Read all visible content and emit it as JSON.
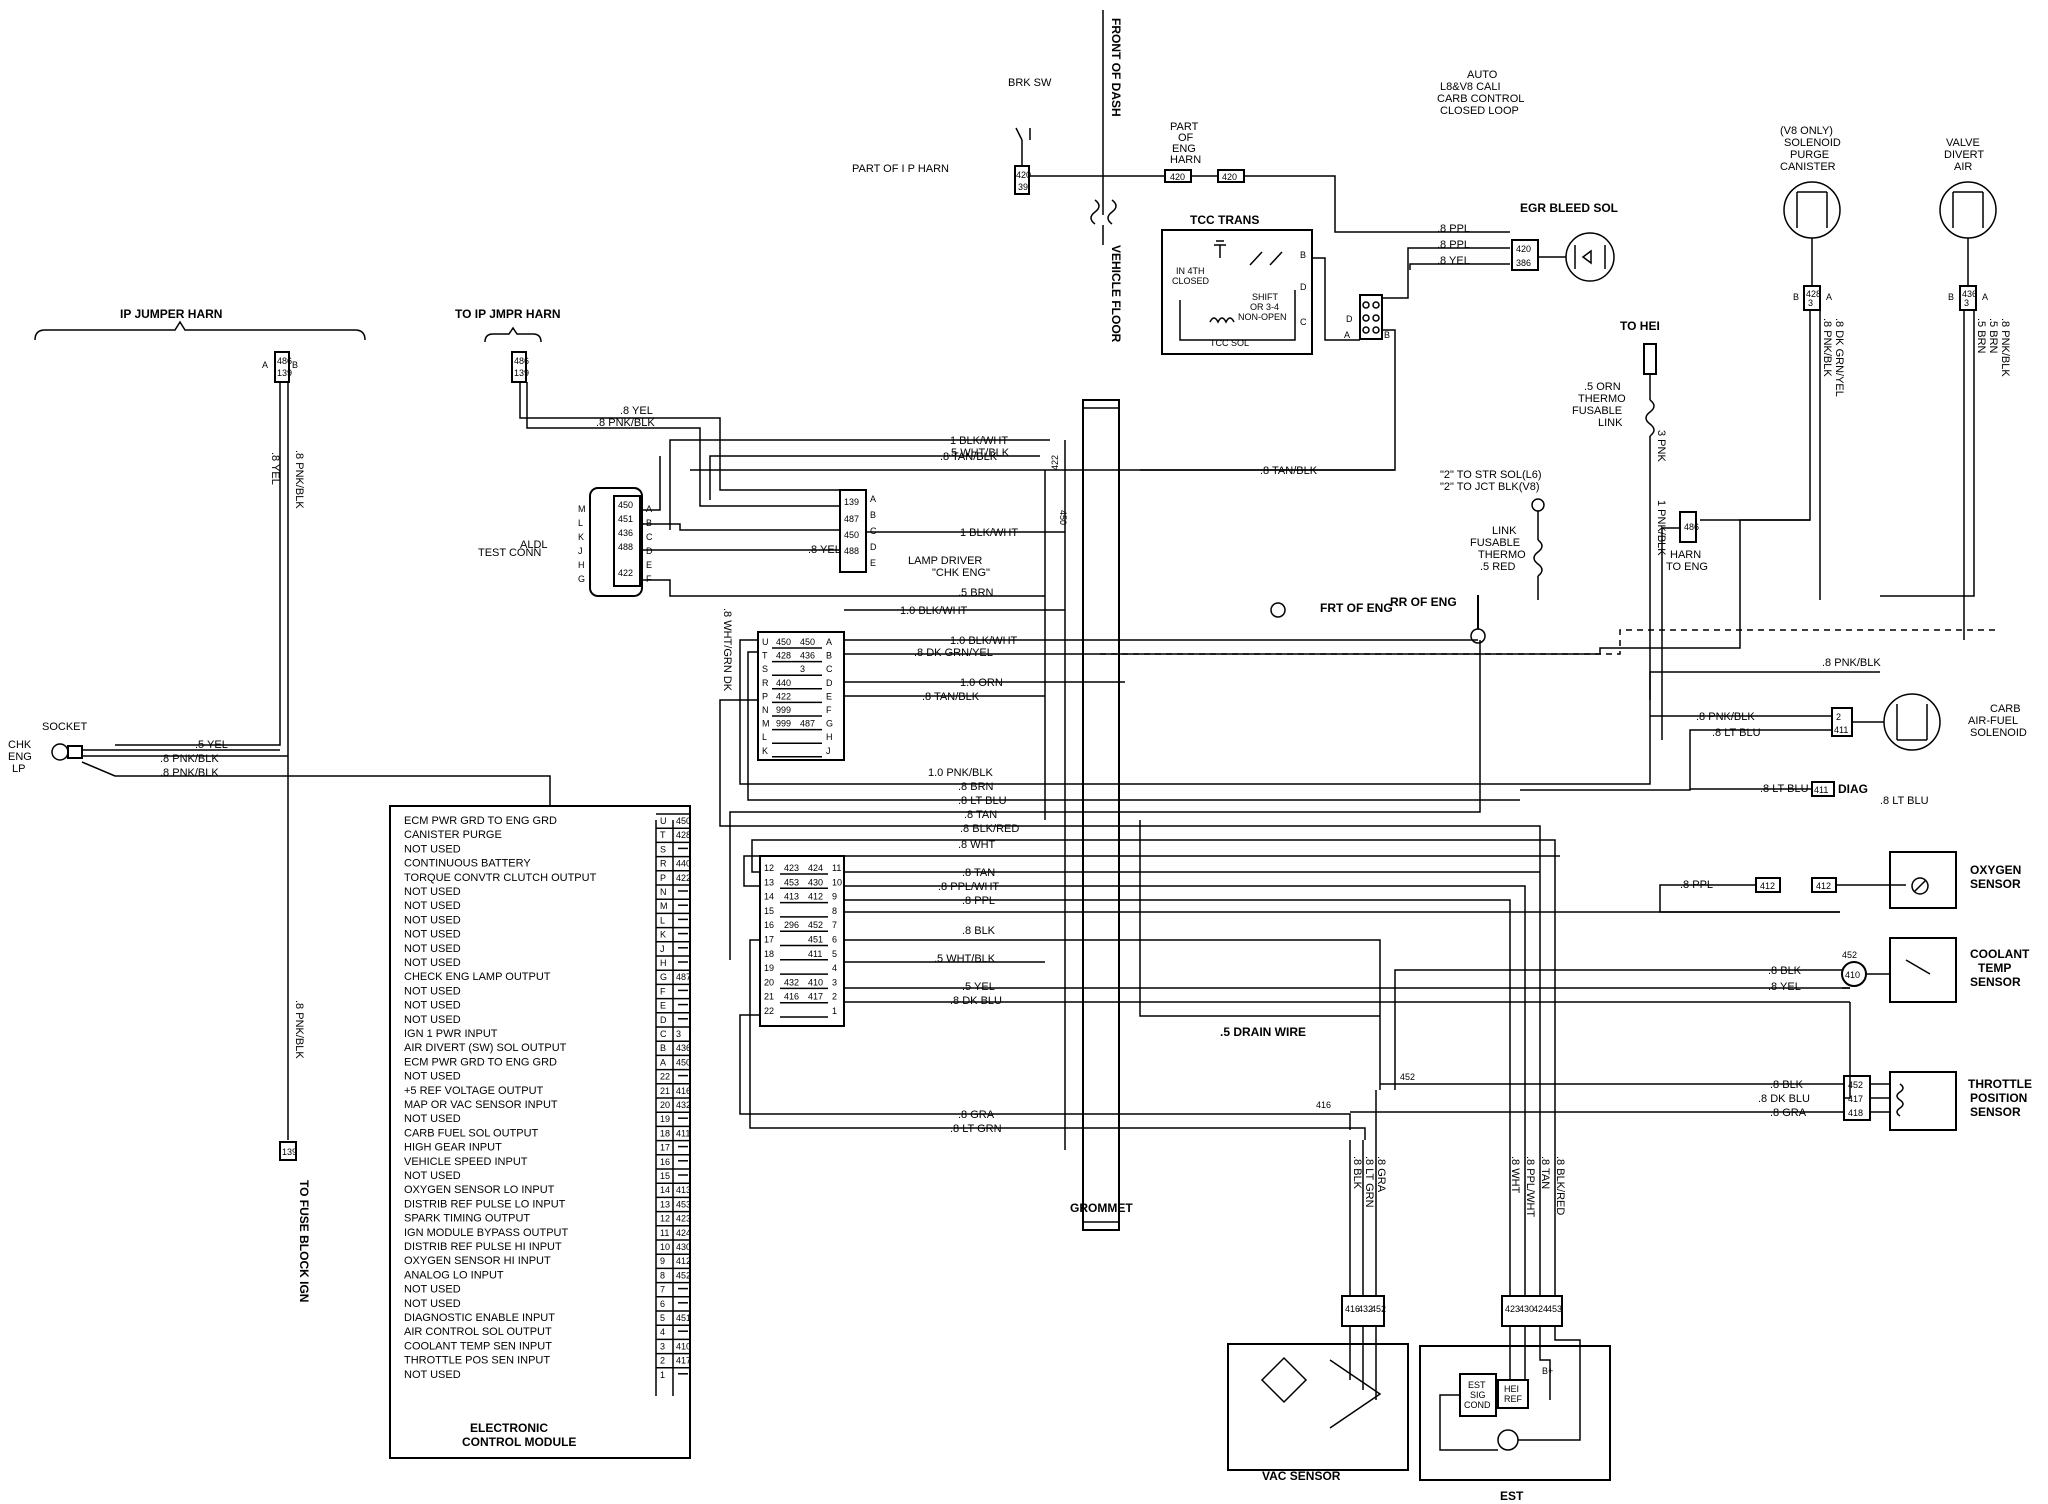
{
  "front_of_dash": "FRONT OF DASH",
  "vehicle_floor": "VEHICLE FLOOR",
  "grommet": "GROMMET",
  "drain_wire": ".5 DRAIN WIRE",
  "ecm": {
    "title_1": "ELECTRONIC",
    "title_2": "CONTROL MODULE",
    "rows": [
      [
        "450",
        "U",
        "ECM PWR GRD TO ENG GRD"
      ],
      [
        "428",
        "T",
        "CANISTER PURGE"
      ],
      [
        "",
        "S",
        "NOT USED"
      ],
      [
        "440",
        "R",
        "CONTINUOUS BATTERY"
      ],
      [
        "422",
        "P",
        "TORQUE CONVTR CLUTCH OUTPUT"
      ],
      [
        "",
        "N",
        "NOT USED"
      ],
      [
        "",
        "M",
        "NOT USED"
      ],
      [
        "",
        "L",
        "NOT USED"
      ],
      [
        "",
        "K",
        "NOT USED"
      ],
      [
        "",
        "J",
        "NOT USED"
      ],
      [
        "",
        "H",
        "NOT USED"
      ],
      [
        "487",
        "G",
        "CHECK ENG LAMP OUTPUT"
      ],
      [
        "",
        "F",
        "NOT USED"
      ],
      [
        "",
        "E",
        "NOT USED"
      ],
      [
        "",
        "D",
        "NOT USED"
      ],
      [
        "3",
        "C",
        "IGN 1 PWR INPUT"
      ],
      [
        "436",
        "B",
        "AIR DIVERT (SW) SOL OUTPUT"
      ],
      [
        "450",
        "A",
        "ECM PWR GRD TO ENG GRD"
      ],
      [
        "",
        "22",
        "NOT USED"
      ],
      [
        "416",
        "21",
        "+5 REF VOLTAGE OUTPUT"
      ],
      [
        "432",
        "20",
        "MAP OR VAC SENSOR INPUT"
      ],
      [
        "",
        "19",
        "NOT USED"
      ],
      [
        "411",
        "18",
        "CARB FUEL SOL OUTPUT"
      ],
      [
        "",
        "17",
        "HIGH GEAR INPUT"
      ],
      [
        "",
        "16",
        "VEHICLE SPEED INPUT"
      ],
      [
        "",
        "15",
        "NOT USED"
      ],
      [
        "413",
        "14",
        "OXYGEN SENSOR LO INPUT"
      ],
      [
        "453",
        "13",
        "DISTRIB REF PULSE LO INPUT"
      ],
      [
        "423",
        "12",
        "SPARK TIMING OUTPUT"
      ],
      [
        "424",
        "11",
        "IGN MODULE BYPASS OUTPUT"
      ],
      [
        "430",
        "10",
        "DISTRIB REF PULSE HI INPUT"
      ],
      [
        "412",
        "9",
        "OXYGEN SENSOR HI INPUT"
      ],
      [
        "452",
        "8",
        "ANALOG LO INPUT"
      ],
      [
        "",
        "7",
        "NOT USED"
      ],
      [
        "",
        "6",
        "NOT USED"
      ],
      [
        "451",
        "5",
        "DIAGNOSTIC ENABLE INPUT"
      ],
      [
        "",
        "4",
        "AIR CONTROL SOL OUTPUT"
      ],
      [
        "410",
        "3",
        "COOLANT TEMP SEN INPUT"
      ],
      [
        "417",
        "2",
        "THROTTLE POS SEN INPUT"
      ],
      [
        "",
        "1",
        "NOT USED"
      ]
    ]
  },
  "ecm_connector_left": {
    "rows": [
      [
        "12",
        "423",
        "424",
        "11"
      ],
      [
        "13",
        "453",
        "430",
        "10"
      ],
      [
        "14",
        "413",
        "412",
        "9"
      ],
      [
        "15",
        "",
        "",
        "8"
      ],
      [
        "16",
        "296",
        "452",
        "7"
      ],
      [
        "17",
        "",
        "451",
        "6"
      ],
      [
        "18",
        "",
        "411",
        "5"
      ],
      [
        "19",
        "",
        "",
        "4"
      ],
      [
        "20",
        "432",
        "410",
        "3"
      ],
      [
        "21",
        "416",
        "417",
        "2"
      ],
      [
        "22",
        "",
        "",
        "1"
      ]
    ]
  },
  "ecm_connector_right": {
    "rows": [
      [
        "A",
        "450",
        "450",
        "U"
      ],
      [
        "B",
        "436",
        "428",
        "T"
      ],
      [
        "C",
        "3",
        "",
        "S"
      ],
      [
        "D",
        "",
        "440",
        "R"
      ],
      [
        "E",
        "",
        "422",
        "P"
      ],
      [
        "F",
        "",
        "999",
        "N"
      ],
      [
        "G",
        "487",
        "999",
        "M"
      ],
      [
        "H",
        "",
        "",
        "L"
      ],
      [
        "J",
        "",
        "",
        "K"
      ]
    ]
  },
  "components": {
    "egr_bleed_sol": "EGR BLEED SOL",
    "closed_loop_1": "CLOSED LOOP",
    "closed_loop_2": "CARB CONTROL",
    "closed_loop_3": "L8&V8 CALI",
    "closed_loop_4": "AUTO",
    "tcc_trans": "TCC TRANS",
    "tcc_sol": "TCC SOL",
    "tcc_shift_1": "NON-OPEN",
    "tcc_shift_2": "OR 3-4",
    "tcc_shift_3": "SHIFT",
    "tcc_closed_1": "CLOSED",
    "tcc_closed_2": "IN 4TH",
    "brk_sw": "BRK SW",
    "part_of_eng_harn_1": "PART",
    "part_of_eng_harn_2": "OF",
    "part_of_eng_harn_3": "ENG",
    "part_of_eng_harn_4": "HARN",
    "part_of_ip_harn": "PART OF I P HARN",
    "air_divert_1": "AIR",
    "air_divert_2": "DIVERT",
    "air_divert_3": "VALVE",
    "canister_1": "CANISTER",
    "canister_2": "PURGE",
    "canister_3": "SOLENOID",
    "canister_4": "(V8 ONLY)",
    "to_hei": "TO HEI",
    "thermo_link_1": ".5 ORN",
    "thermo_link_2": "THERMO",
    "thermo_link_3": "FUSABLE",
    "thermo_link_4": "LINK",
    "to_eng_harn_1": "TO ENG",
    "to_eng_harn_2": "HARN",
    "red_link_1": ".5 RED",
    "red_link_2": "THERMO",
    "red_link_3": "FUSABLE",
    "red_link_4": "LINK",
    "to_jct_1": "\"2\" TO JCT BLK(V8)",
    "to_jct_2": "\"2\" TO STR SOL(L6)",
    "rr_of_eng": "RR OF ENG",
    "frt_of_eng": "FRT OF ENG",
    "carb_1": "CARB",
    "carb_2": "AIR-FUEL",
    "carb_3": "SOLENOID",
    "oxygen_1": "OXYGEN",
    "oxygen_2": "SENSOR",
    "coolant_1": "COOLANT",
    "coolant_2": "TEMP",
    "coolant_3": "SENSOR",
    "throttle_1": "THROTTLE",
    "throttle_2": "POSITION",
    "throttle_3": "SENSOR",
    "diag": "DIAG",
    "vac_sensor": "VAC SENSOR",
    "est": "EST",
    "est_sig_1": "EST",
    "est_sig_2": "SIG",
    "est_sig_3": "COND",
    "hei_ref_1": "HEI",
    "hei_ref_2": "REF",
    "b_plus": "B+",
    "to_ip_jmpr": "TO IP JMPR HARN",
    "ip_jumper": "IP JUMPER HARN",
    "aldl_1": "ALDL",
    "aldl_2": "TEST CONN",
    "chk_lamp_1": "\"CHK ENG\"",
    "chk_lamp_2": "LAMP DRIVER",
    "chk_eng_lp_1": "CHK",
    "chk_eng_lp_2": "ENG",
    "chk_eng_lp_3": "LP",
    "socket": "SOCKET",
    "to_fuse_block": "TO FUSE BLOCK IGN",
    "fuse_139": "139"
  },
  "wire_labels": {
    "w_blk_wht_1": "1 BLK/WHT",
    "w_wht_blk": ".5 WHT/BLK",
    "w_tan_blk_1": ".8 TAN/BLK",
    "w_tan_blk_2": ".8 TAN/BLK",
    "w_blk_wht_2": "1 BLK/WHT",
    "w_yel_1": ".8 YEL",
    "w_brn_1": ".5 BRN",
    "w_blk_wht_3": "1.0 BLK/WHT",
    "w_blk_wht_4": "1.0 BLK/WHT",
    "w_dk_grn_yel": ".8 DK GRN/YEL",
    "w_orn": "1.0 ORN",
    "w_tan_blk_3": ".8 TAN/BLK",
    "w_pnk_blk_1": "1.0 PNK/BLK",
    "w_brn_2": ".8 BRN",
    "w_lt_blu_1": ".8 LT BLU",
    "w_tan_1": ".8 TAN",
    "w_blk_red": ".8 BLK/RED",
    "w_wht_1": ".8 WHT",
    "w_tan_2": ".8 TAN",
    "w_ppl_wht": ".8 PPL/WHT",
    "w_ppl_1": ".8 PPL",
    "w_blk_1": ".8 BLK",
    "w_wht_blk_2": ".5 WHT/BLK",
    "w_yel_2": ".5 YEL",
    "w_dk_blu_1": ".8 DK BLU",
    "w_gra_1": ".8 GRA",
    "w_lt_grn_1": ".8 LT GRN",
    "w_wht_grn": ".8 WHT/GRN DK",
    "w_ppl_2": ".8 PPL",
    "w_ppl_3": ".8 PPL",
    "w_yel_3": ".8 YEL",
    "w_blk_wht_5": "1 BLK/WHT",
    "w_pnk_blk_2": ".8 PNK/BLK",
    "w_pnk_blk_3": ".8 PNK/BLK",
    "w_lt_blu_2": ".8 LT BLU",
    "w_lt_blu_3": ".8 LT BLU",
    "w_ppl_4": ".8 PPL",
    "w_blk_2": ".8 BLK",
    "w_yel_4": ".8 YEL",
    "w_blk_3": ".8 BLK",
    "w_dk_blu_2": ".8 DK BLU",
    "w_gra_2": ".8 GRA",
    "w_brn_3": ".5 BRN",
    "w_brn_4": ".5 BRN",
    "w_pnk_blk_4": ".8 PNK/BLK",
    "w_pnk_blk_5": ".8 PNK/BLK",
    "w_dk_grn_yel_2": ".8 DK GRN/YEL",
    "w_pnk_1": "3 PNK",
    "w_pnk_blk_6": "1 PNK/BLK",
    "w_yel_5": ".8 YEL",
    "w_pnk_blk_7": ".8 PNK/BLK",
    "w_pnk_blk_8": ".8 PNK/BLK",
    "w_yel_6": ".8 YEL",
    "w_pnk_blk_9": ".8 PNK/BLK",
    "w_pnk_blk_10": ".8 PNK/BLK",
    "w_blk_4": ".8 BLK",
    "w_lt_grn_2": ".8 LT GRN",
    "w_gra_3": ".8 GRA",
    "w_blk_red_2": ".8 BLK/RED",
    "w_tan_3": ".8 TAN",
    "w_ppl_wht_2": ".8 PPL/WHT",
    "w_wht_2": ".8 WHT"
  },
  "circuits": {
    "c420a": "420",
    "c420b": "420",
    "c420c": "420",
    "c420d": "420",
    "c39": "39",
    "c386": "386",
    "c436": "436",
    "c3a": "3",
    "c428": "428",
    "c3b": "3",
    "c411": "411",
    "c2": "2",
    "c412a": "412",
    "c412b": "412",
    "c452": "452",
    "c410": "410",
    "c418": "418",
    "c417": "417",
    "c452b": "452",
    "c422": "422",
    "c450": "450",
    "c452c": "452",
    "c416": "416",
    "c139a": "139",
    "c486": "486",
    "c139b": "139",
    "c486b": "486",
    "vac_416": "416",
    "vac_432": "432",
    "vac_452": "452",
    "est_423": "423",
    "est_430": "430",
    "est_424": "424",
    "est_453": "453",
    "aldl_450": "450",
    "aldl_451": "451",
    "aldl_436": "436",
    "aldl_488": "488",
    "aldl_422": "422",
    "lamp_139": "139",
    "lamp_487": "487",
    "lamp_450": "450",
    "lamp_488": "488"
  },
  "pins": {
    "A": "A",
    "B": "B",
    "C": "C",
    "D": "D",
    "E": "E",
    "F": "F",
    "G": "G",
    "H": "H",
    "J": "J",
    "K": "K",
    "L": "L",
    "M": "M"
  }
}
